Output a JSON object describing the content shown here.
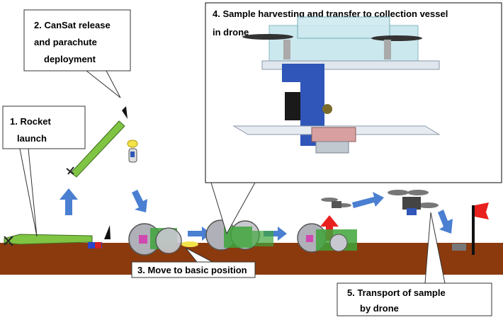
{
  "callouts": {
    "step1": {
      "lines": [
        "1. Rocket",
        "launch"
      ]
    },
    "step2": {
      "lines": [
        "2. CanSat release",
        "and parachute",
        "deployment"
      ]
    },
    "step3": {
      "lines": [
        "3. Move to basic position"
      ]
    },
    "step4": {
      "lines": [
        "4. Sample harvesting and transfer to collection vessel",
        "in drone"
      ]
    },
    "step5": {
      "lines": [
        "5. Transport of sample",
        "by drone"
      ]
    }
  },
  "colors": {
    "ground": "#8b3a0e",
    "arrow": "#4a7fd1",
    "rocket": "#7fc443",
    "rover_green": "#3fa53a",
    "rover_wheel": "#b0b0b8",
    "drone_arm": "#2f56b8",
    "flag": "#e8201e",
    "ascent_arrow": "#e8201e"
  },
  "icons": [
    "rocket-icon",
    "parachute-icon",
    "rover-icon",
    "drone-icon",
    "goal-flag-icon",
    "robot-arm-icon"
  ]
}
